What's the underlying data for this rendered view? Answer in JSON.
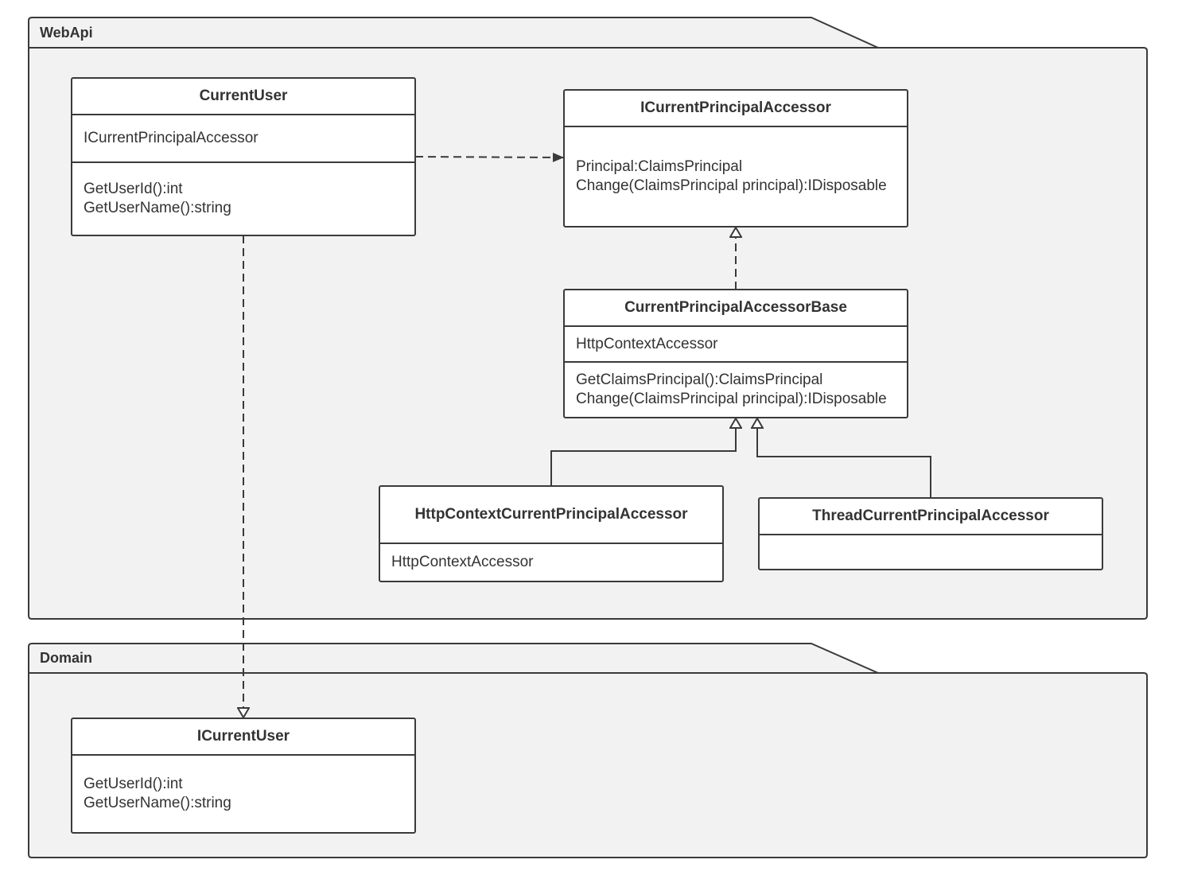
{
  "packages": {
    "webapi": {
      "label": "WebApi"
    },
    "domain": {
      "label": "Domain"
    }
  },
  "classes": {
    "current_user": {
      "name": "CurrentUser",
      "attributes": [
        "ICurrentPrincipalAccessor"
      ],
      "methods": [
        "GetUserId():int",
        "GetUserName():string"
      ]
    },
    "icurrent_principal_accessor": {
      "name": "ICurrentPrincipalAccessor",
      "attributes": [],
      "methods": [
        "Principal:ClaimsPrincipal",
        "Change(ClaimsPrincipal principal):IDisposable"
      ]
    },
    "current_principal_accessor_base": {
      "name": "CurrentPrincipalAccessorBase",
      "attributes": [
        "HttpContextAccessor"
      ],
      "methods": [
        "GetClaimsPrincipal():ClaimsPrincipal",
        "Change(ClaimsPrincipal principal):IDisposable"
      ]
    },
    "httpcontext_current_principal_accessor": {
      "name": "HttpContextCurrentPrincipalAccessor",
      "attributes": [
        "HttpContextAccessor"
      ]
    },
    "thread_current_principal_accessor": {
      "name": "ThreadCurrentPrincipalAccessor",
      "attributes": []
    },
    "icurrent_user": {
      "name": "ICurrentUser",
      "methods": [
        "GetUserId():int",
        "GetUserName():string"
      ]
    }
  },
  "relations": [
    {
      "from": "CurrentUser",
      "to": "ICurrentPrincipalAccessor",
      "kind": "dependency"
    },
    {
      "from": "CurrentUser",
      "to": "ICurrentUser",
      "kind": "realization"
    },
    {
      "from": "CurrentPrincipalAccessorBase",
      "to": "ICurrentPrincipalAccessor",
      "kind": "realization"
    },
    {
      "from": "HttpContextCurrentPrincipalAccessor",
      "to": "CurrentPrincipalAccessorBase",
      "kind": "generalization"
    },
    {
      "from": "ThreadCurrentPrincipalAccessor",
      "to": "CurrentPrincipalAccessorBase",
      "kind": "generalization"
    }
  ],
  "colors": {
    "package_fill": "#f2f2f2",
    "stroke": "#3a3a3a",
    "text": "#333333",
    "class_fill": "#ffffff"
  }
}
